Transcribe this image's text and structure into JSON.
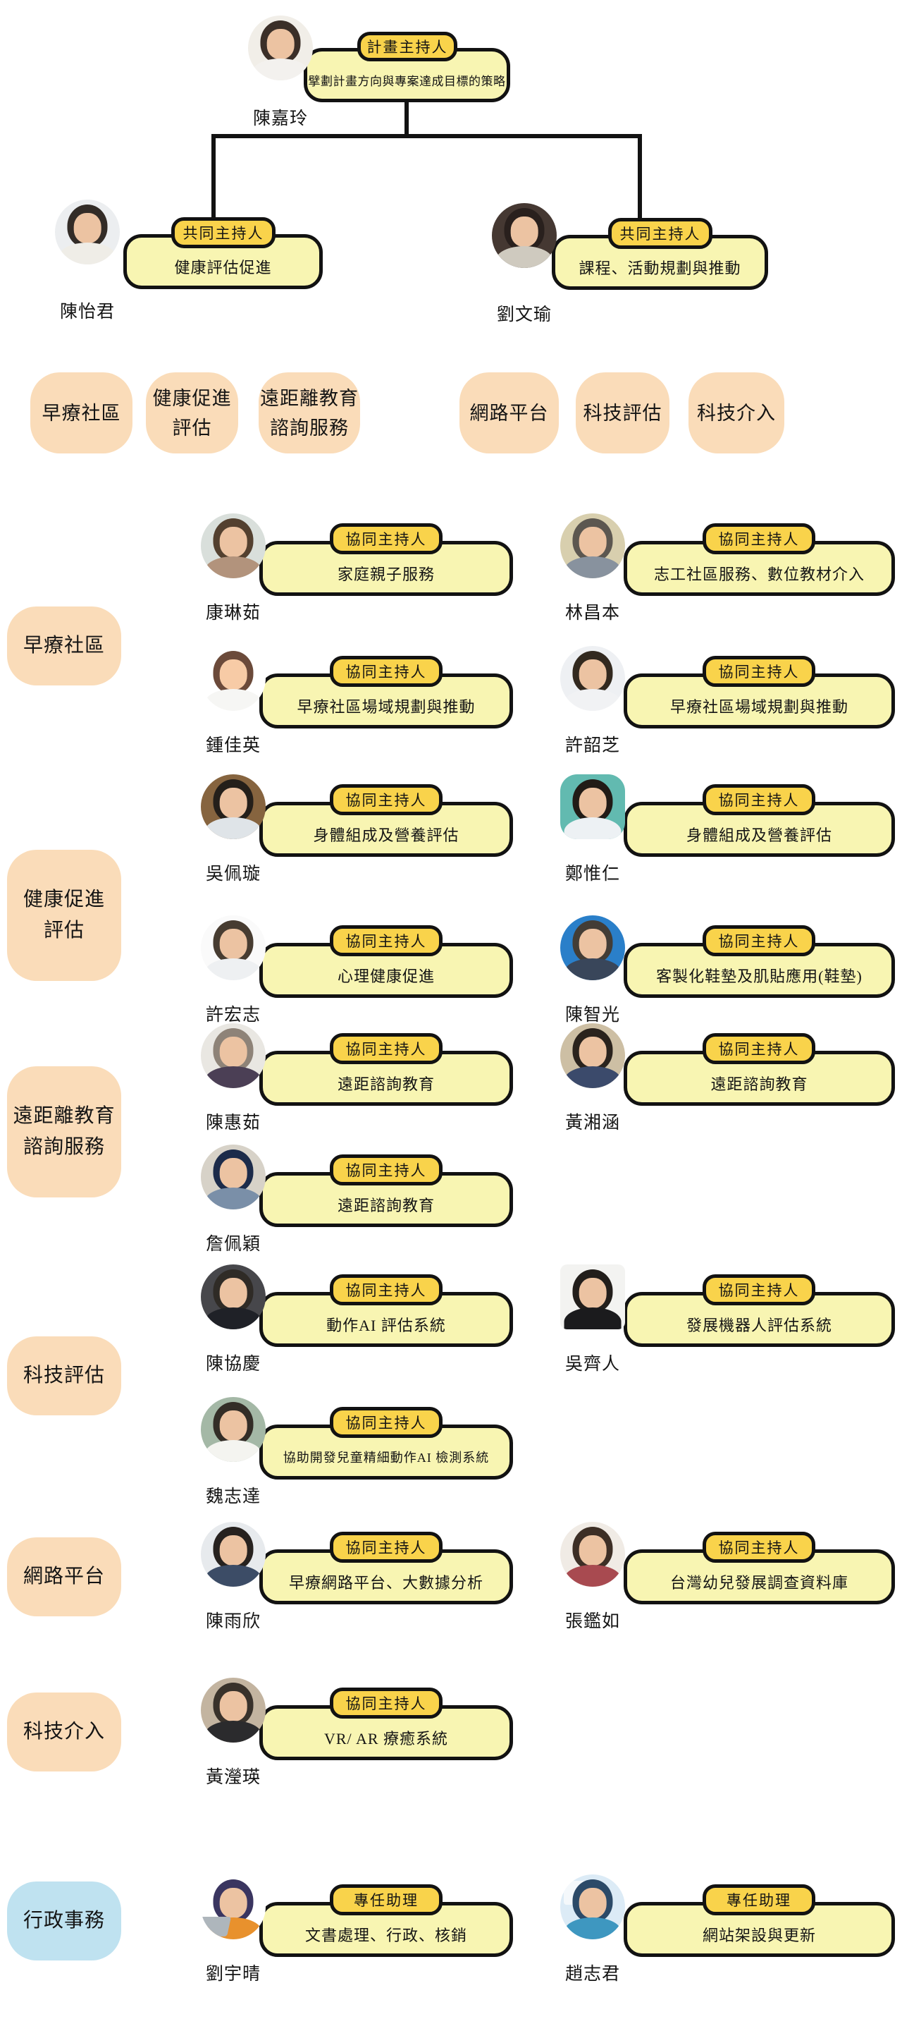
{
  "colors": {
    "background": "#ffffff",
    "badge_yellow": "#f9d34b",
    "box_pale_yellow": "#f8f5b2",
    "pill_peach": "#fadcb9",
    "pill_blue": "#bfe2f0",
    "outline_black": "#121212"
  },
  "org": {
    "leader": {
      "role": "計畫主持人",
      "desc": "擘劃計畫方向與專案達成目標的策略",
      "name": "陳嘉玲"
    },
    "co_leaders": [
      {
        "role": "共同主持人",
        "desc": "健康評估促進",
        "name": "陳怡君"
      },
      {
        "role": "共同主持人",
        "desc": "課程、活動規劃與推動",
        "name": "劉文瑜"
      }
    ],
    "category_pills": [
      {
        "lines": [
          "早療社區"
        ]
      },
      {
        "lines": [
          "健康促進",
          "評估"
        ]
      },
      {
        "lines": [
          "遠距離教育",
          "諮詢服務"
        ]
      },
      {
        "lines": [
          "網路平台"
        ]
      },
      {
        "lines": [
          "科技評估"
        ]
      },
      {
        "lines": [
          "科技介入"
        ]
      }
    ],
    "sections": [
      {
        "label": {
          "lines": [
            "早療社區"
          ]
        },
        "members": [
          {
            "name": "康琳茹",
            "role": "協同主持人",
            "desc": "家庭親子服務"
          },
          {
            "name": "林昌本",
            "role": "協同主持人",
            "desc": "志工社區服務、數位教材介入"
          },
          {
            "name": "鍾佳英",
            "role": "協同主持人",
            "desc": "早療社區場域規劃與推動"
          },
          {
            "name": "許韶芝",
            "role": "協同主持人",
            "desc": "早療社區場域規劃與推動"
          }
        ]
      },
      {
        "label": {
          "lines": [
            "健康促進",
            "評估"
          ]
        },
        "members": [
          {
            "name": "吳佩璇",
            "role": "協同主持人",
            "desc": "身體組成及營養評估"
          },
          {
            "name": "鄭惟仁",
            "role": "協同主持人",
            "desc": "身體組成及營養評估"
          },
          {
            "name": "許宏志",
            "role": "協同主持人",
            "desc": "心理健康促進"
          },
          {
            "name": "陳智光",
            "role": "協同主持人",
            "desc": "客製化鞋墊及肌貼應用(鞋墊)"
          }
        ]
      },
      {
        "label": {
          "lines": [
            "遠距離教育",
            "諮詢服務"
          ]
        },
        "members": [
          {
            "name": "陳惠茹",
            "role": "協同主持人",
            "desc": "遠距諮詢教育"
          },
          {
            "name": "黃湘涵",
            "role": "協同主持人",
            "desc": "遠距諮詢教育"
          },
          {
            "name": "詹佩穎",
            "role": "協同主持人",
            "desc": "遠距諮詢教育"
          }
        ]
      },
      {
        "label": {
          "lines": [
            "科技評估"
          ]
        },
        "members": [
          {
            "name": "陳協慶",
            "role": "協同主持人",
            "desc": "動作AI 評估系統"
          },
          {
            "name": "吳齊人",
            "role": "協同主持人",
            "desc": "發展機器人評估系統"
          },
          {
            "name": "魏志達",
            "role": "協同主持人",
            "desc": "協助開發兒童精細動作AI 檢測系統"
          }
        ]
      },
      {
        "label": {
          "lines": [
            "網路平台"
          ]
        },
        "members": [
          {
            "name": "陳雨欣",
            "role": "協同主持人",
            "desc": "早療網路平台、大數據分析"
          },
          {
            "name": "張鑑如",
            "role": "協同主持人",
            "desc": "台灣幼兒發展調查資料庫"
          }
        ]
      },
      {
        "label": {
          "lines": [
            "科技介入"
          ]
        },
        "members": [
          {
            "name": "黃瀅瑛",
            "role": "協同主持人",
            "desc": "VR/ AR 療癒系統"
          }
        ]
      },
      {
        "label": {
          "lines": [
            "行政事務"
          ],
          "color": "blue"
        },
        "members": [
          {
            "name": "劉宇晴",
            "role": "專任助理",
            "desc": "文書處理、行政、核銷"
          },
          {
            "name": "趙志君",
            "role": "專任助理",
            "desc": "網站架設與更新"
          }
        ]
      }
    ]
  }
}
